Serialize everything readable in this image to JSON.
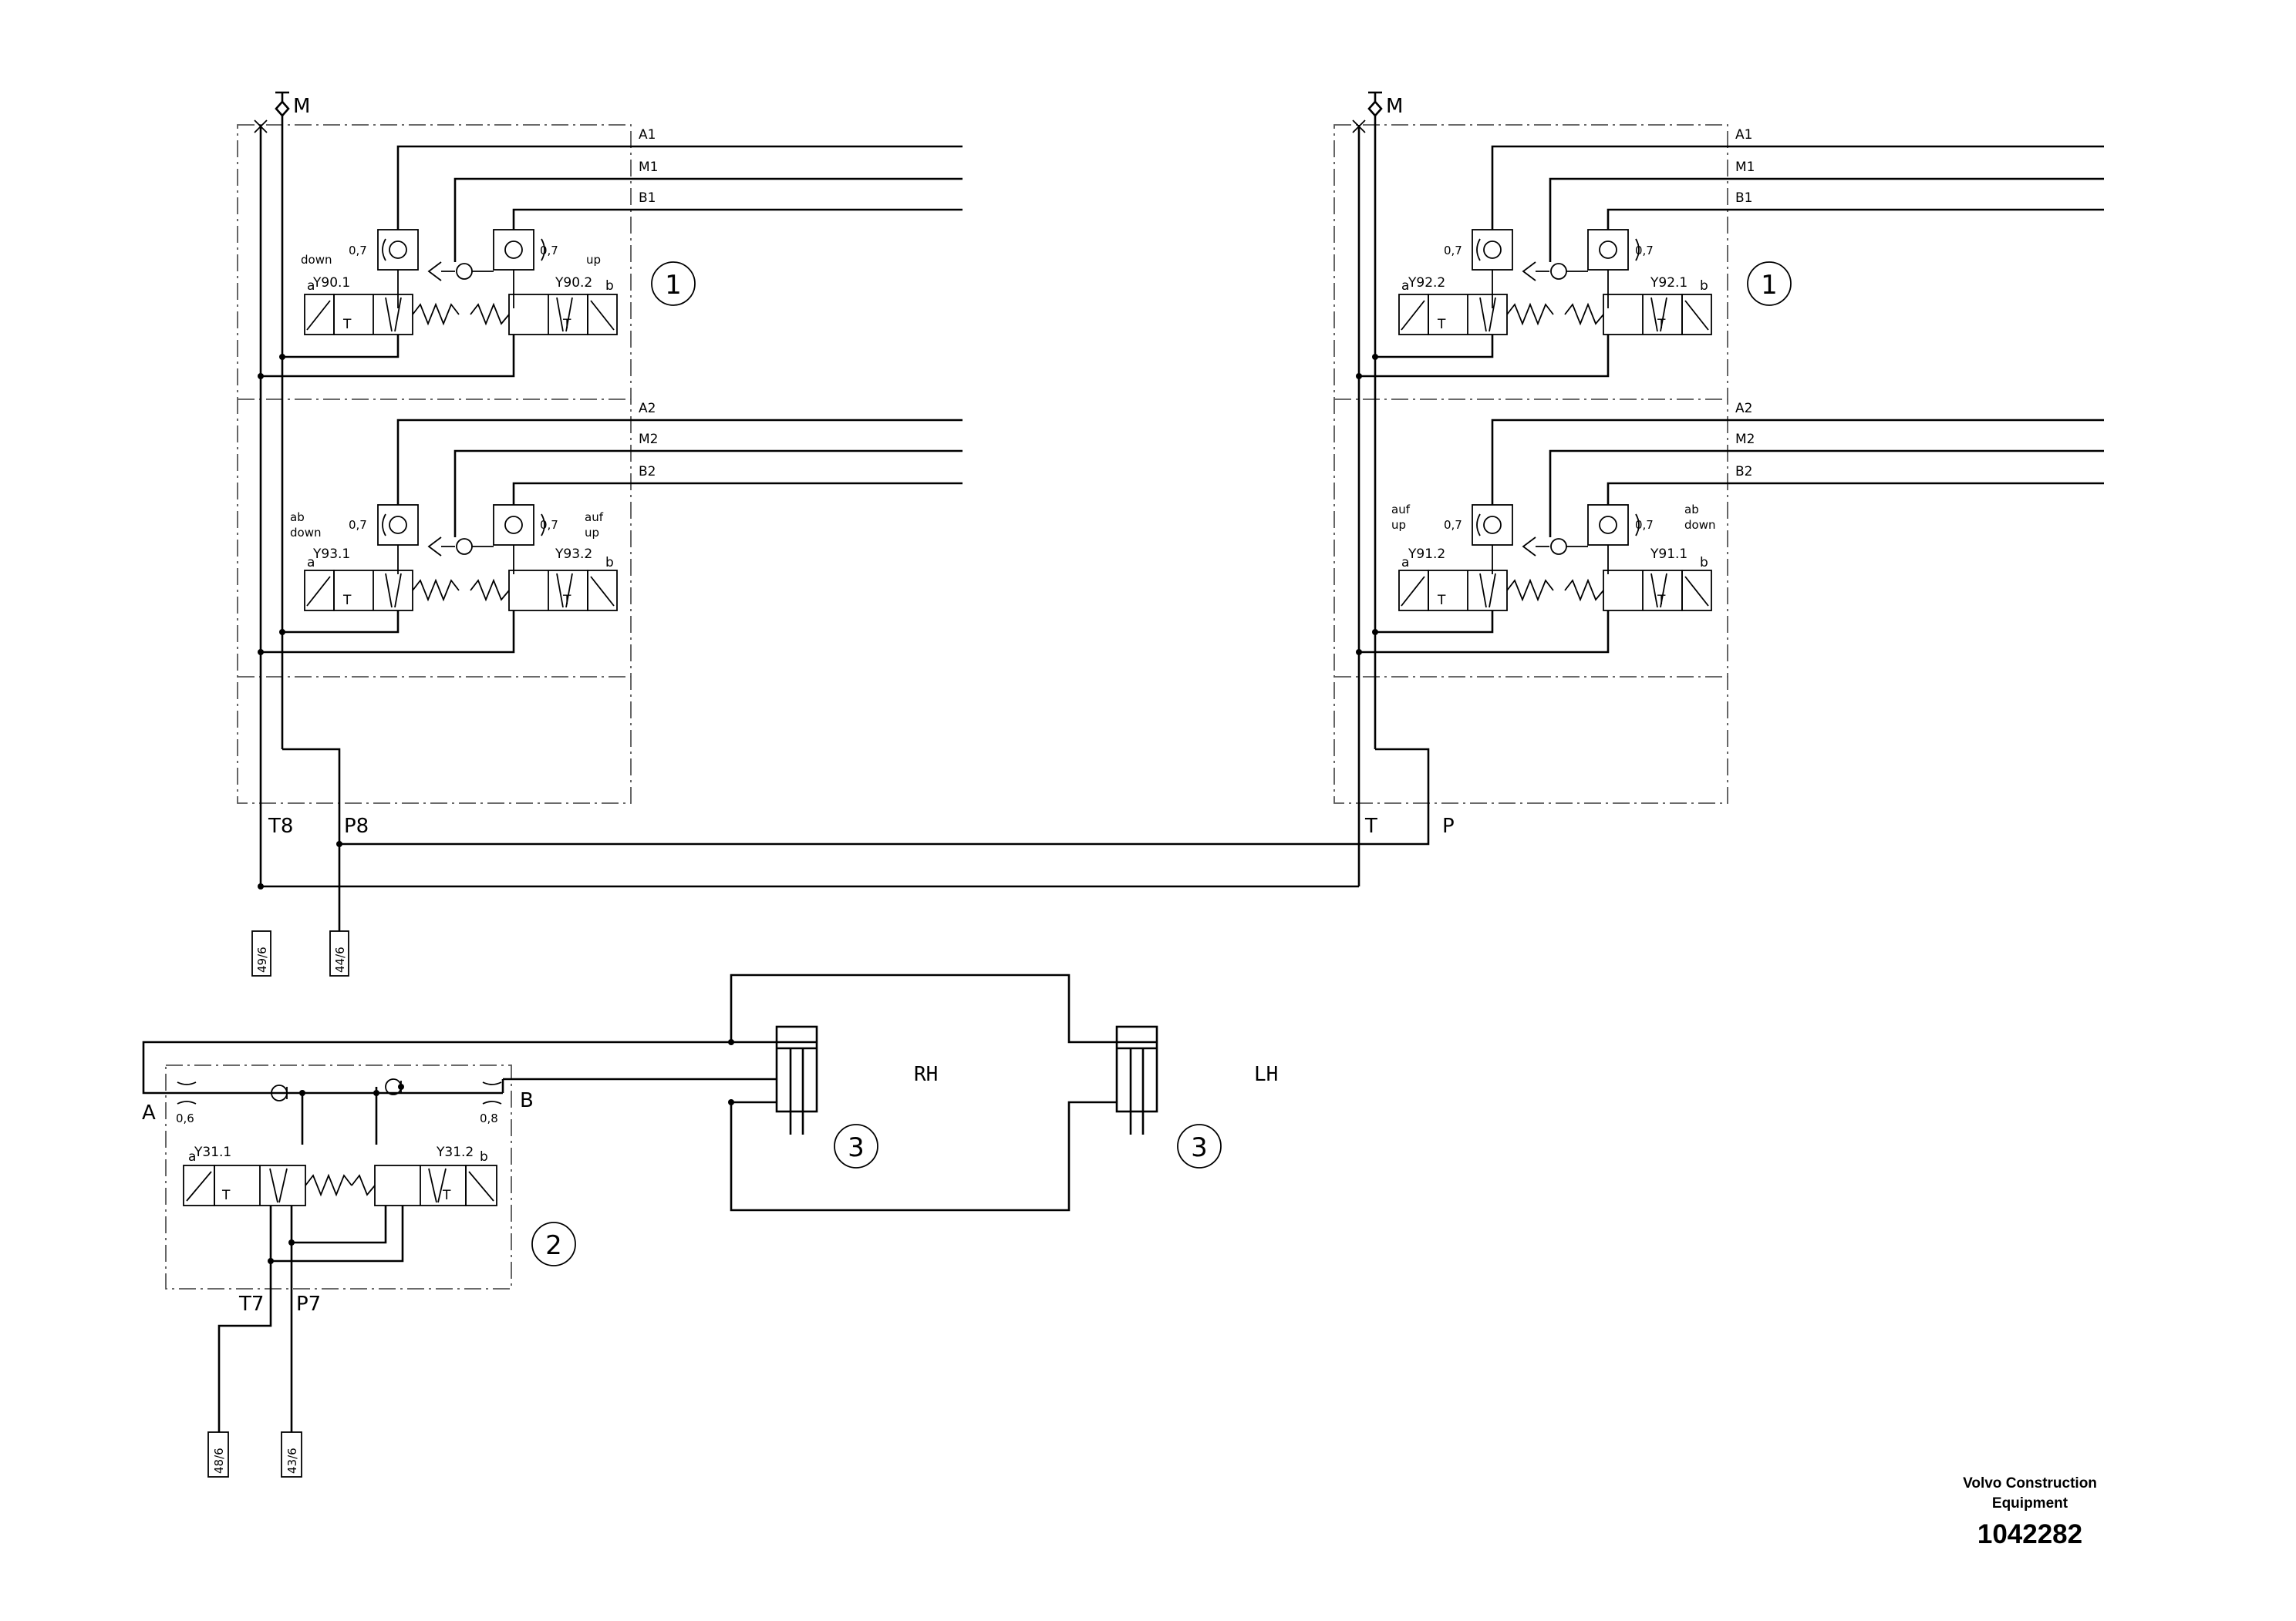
{
  "diagram": {
    "gauge_ports": [
      "M",
      "M"
    ],
    "top_left_block": {
      "lines": [
        "A1",
        "M1",
        "B1",
        "A2",
        "M2",
        "B2"
      ],
      "section1": {
        "left_dir": "down",
        "right_dir": "up",
        "left_valve": "Y90.1",
        "right_valve": "Y90.2",
        "orifice_left": "0,7",
        "orifice_right": "0,7"
      },
      "section2": {
        "left_dir_1": "ab",
        "left_dir_2": "down",
        "right_dir_1": "auf",
        "right_dir_2": "up",
        "left_valve": "Y93.1",
        "right_valve": "Y93.2",
        "orifice_left": "0,7",
        "orifice_right": "0,7"
      },
      "item": "1",
      "tank_port": "T8",
      "pressure_port": "P8",
      "conn_tank": "49/6",
      "conn_pressure": "44/6"
    },
    "top_right_block": {
      "lines": [
        "A1",
        "M1",
        "B1",
        "A2",
        "M2",
        "B2"
      ],
      "section1": {
        "left_valve": "Y92.2",
        "right_valve": "Y92.1",
        "orifice_left": "0,7",
        "orifice_right": "0,7"
      },
      "section2": {
        "left_dir_1": "auf",
        "left_dir_2": "up",
        "right_dir_1": "ab",
        "right_dir_2": "down",
        "left_valve": "Y91.2",
        "right_valve": "Y91.1",
        "orifice_left": "0,7",
        "orifice_right": "0,7"
      },
      "item": "1",
      "tank_port": "T",
      "pressure_port": "P"
    },
    "solenoid_a": "a",
    "solenoid_b": "b",
    "tank_symbol": "T",
    "bottom_block": {
      "port_a": "A",
      "port_b": "B",
      "orifice_a": "0,6",
      "orifice_b": "0,8",
      "left_valve": "Y31.1",
      "right_valve": "Y31.2",
      "item": "2",
      "tank_port": "T7",
      "pressure_port": "P7",
      "conn_tank": "48/6",
      "conn_pressure": "43/6"
    },
    "cylinders": {
      "right_label": "RH",
      "left_label": "LH",
      "item": "3"
    }
  },
  "footer": {
    "company_line1": "Volvo Construction",
    "company_line2": "Equipment",
    "doc_number": "1042282"
  }
}
